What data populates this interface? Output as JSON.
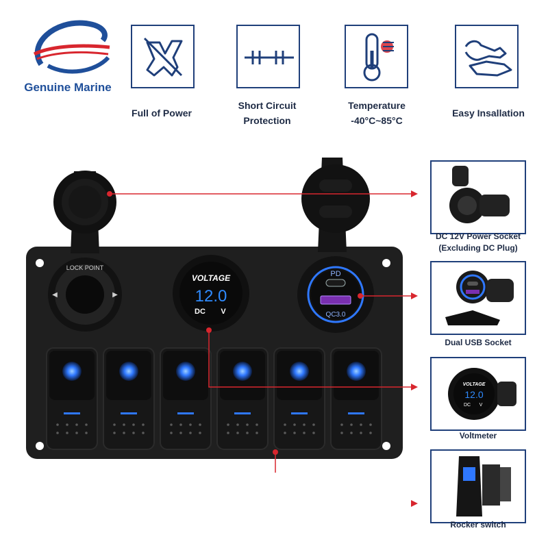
{
  "brand": {
    "name": "Genuine Marine",
    "logo_icon": "boat-swoosh-logo",
    "colors": {
      "blue": "#1f4f9a",
      "red": "#d8262e"
    }
  },
  "features": [
    {
      "icon": "lightning-cut-icon",
      "label_lines": [
        "Full of Power"
      ]
    },
    {
      "icon": "fuse-circuit-icon",
      "label_lines": [
        "Short Circuit",
        "Protection"
      ]
    },
    {
      "icon": "thermometer-icon",
      "label_lines": [
        "Temperature",
        "-40°C~85°C"
      ]
    },
    {
      "icon": "wrench-hand-icon",
      "label_lines": [
        "Easy Insallation"
      ]
    }
  ],
  "panel": {
    "lock_text": "LOCK POINT",
    "voltmeter": {
      "title": "VOLTAGE",
      "reading": "12.0",
      "dc": "DC",
      "v": "V"
    },
    "usb": {
      "pd": "PD",
      "qc": "QC3.0"
    },
    "rocker_count": 6,
    "indicator_color": "#2f78ff"
  },
  "callouts": [
    {
      "label_lines": [
        "DC 12V Power Socket",
        "(Excluding DC Plug)"
      ]
    },
    {
      "label_lines": [
        "Dual USB Socket"
      ]
    },
    {
      "label_lines": [
        "Voltmeter"
      ],
      "mini_title": "VOLTAGE",
      "mini_reading": "12.0",
      "mini_dc": "DC",
      "mini_v": "V"
    },
    {
      "label_lines": [
        "Rocker switch"
      ]
    }
  ],
  "arrow_color": "#d8262e"
}
